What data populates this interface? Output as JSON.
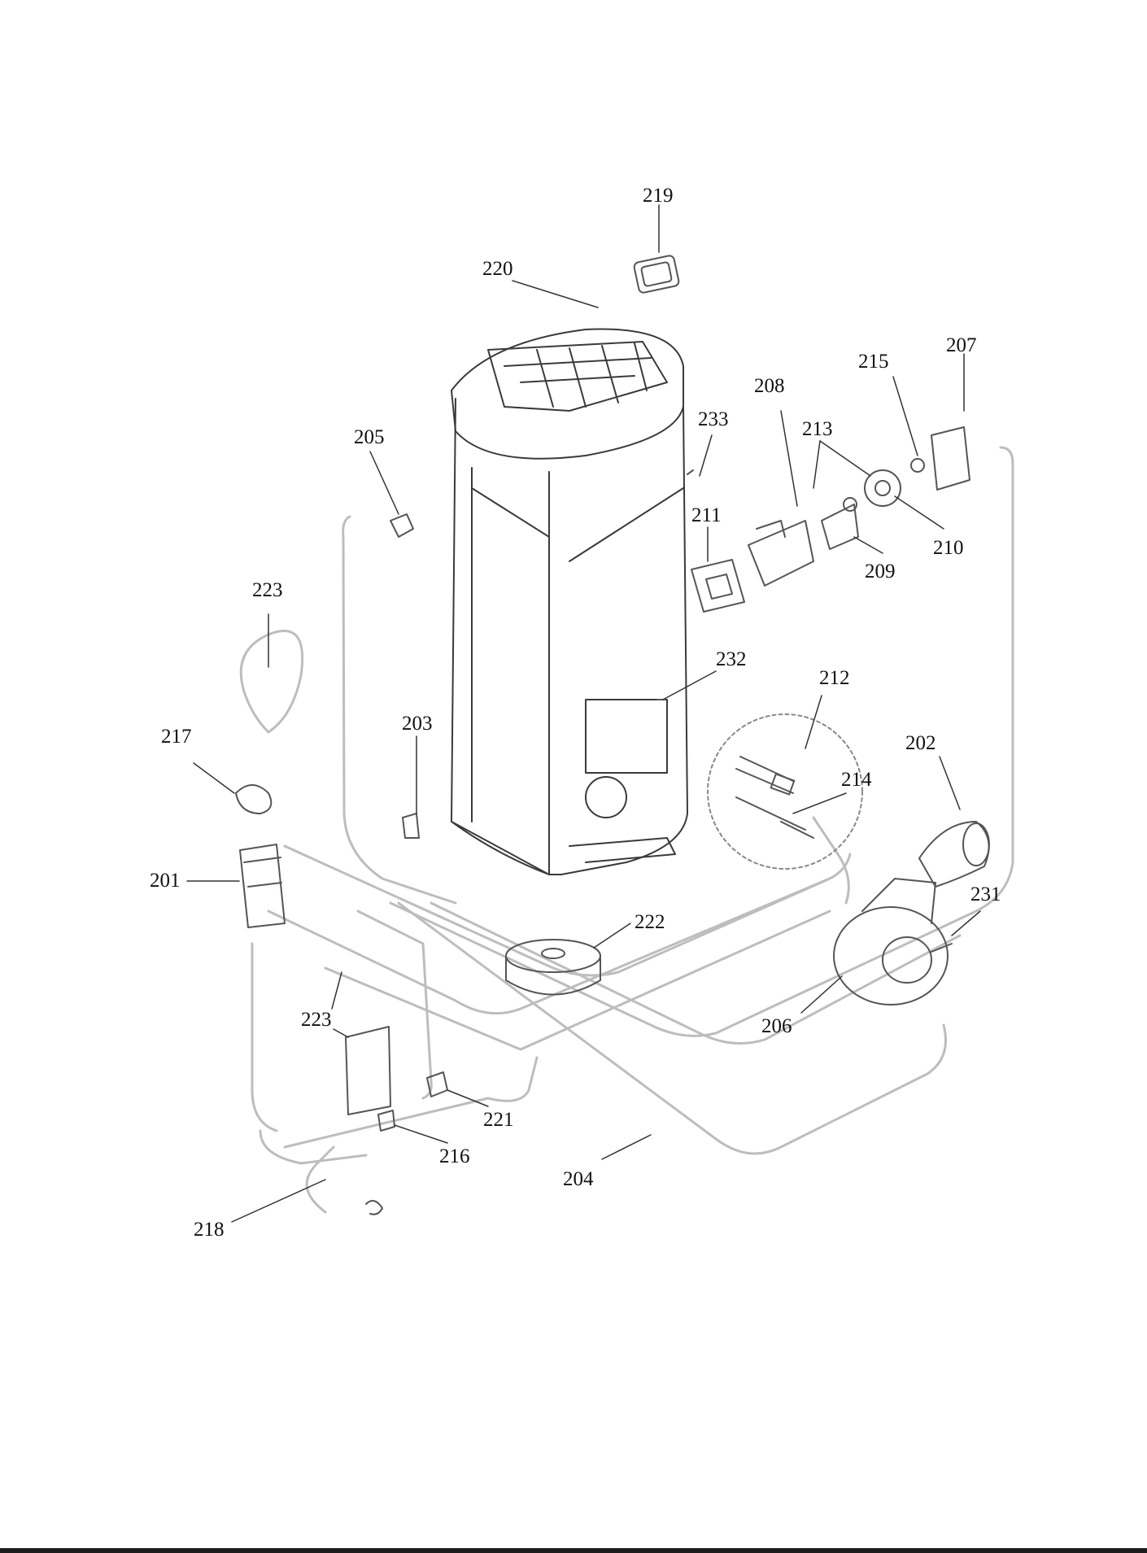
{
  "callouts": [
    {
      "id": "219",
      "text": "219"
    },
    {
      "id": "220",
      "text": "220"
    },
    {
      "id": "207",
      "text": "207"
    },
    {
      "id": "215",
      "text": "215"
    },
    {
      "id": "208",
      "text": "208"
    },
    {
      "id": "213",
      "text": "213"
    },
    {
      "id": "233",
      "text": "233"
    },
    {
      "id": "205",
      "text": "205"
    },
    {
      "id": "211",
      "text": "211"
    },
    {
      "id": "210",
      "text": "210"
    },
    {
      "id": "209",
      "text": "209"
    },
    {
      "id": "223a",
      "text": "223"
    },
    {
      "id": "232",
      "text": "232"
    },
    {
      "id": "212",
      "text": "212"
    },
    {
      "id": "217",
      "text": "217"
    },
    {
      "id": "203",
      "text": "203"
    },
    {
      "id": "202",
      "text": "202"
    },
    {
      "id": "214",
      "text": "214"
    },
    {
      "id": "201",
      "text": "201"
    },
    {
      "id": "231",
      "text": "231"
    },
    {
      "id": "222",
      "text": "222"
    },
    {
      "id": "223b",
      "text": "223"
    },
    {
      "id": "206",
      "text": "206"
    },
    {
      "id": "221",
      "text": "221"
    },
    {
      "id": "216",
      "text": "216"
    },
    {
      "id": "204",
      "text": "204"
    },
    {
      "id": "218",
      "text": "218"
    }
  ],
  "colors": {
    "line": "#3a3a3a",
    "wire": "#b8b8b8",
    "part": "#555555",
    "text": "#111111",
    "bar": "#1c1c1c"
  }
}
